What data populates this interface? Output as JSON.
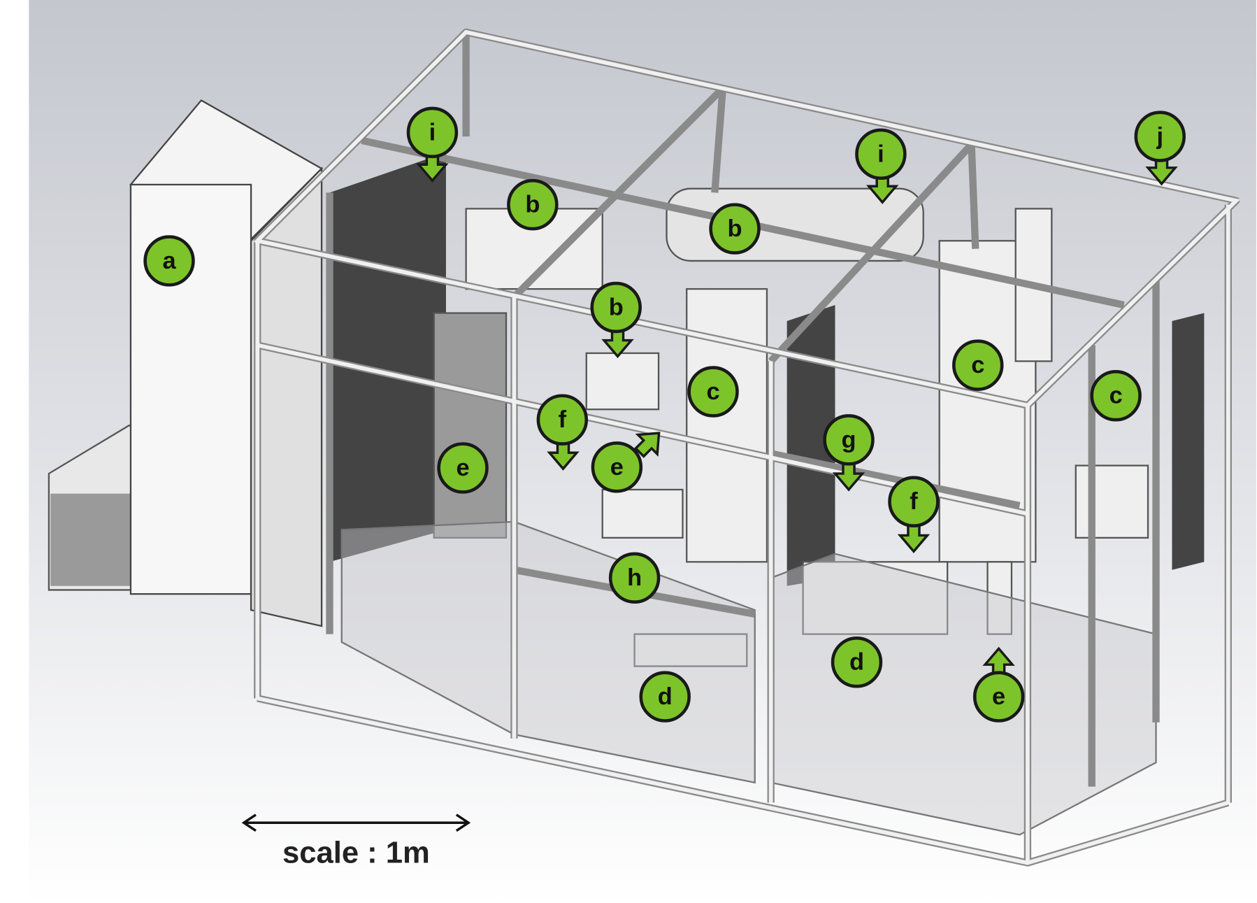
{
  "figure": {
    "labels": [
      {
        "id": "a",
        "text": "a"
      },
      {
        "id": "i1",
        "text": "i"
      },
      {
        "id": "b1",
        "text": "b"
      },
      {
        "id": "b2",
        "text": "b"
      },
      {
        "id": "b3",
        "text": "b"
      },
      {
        "id": "i2",
        "text": "i"
      },
      {
        "id": "j",
        "text": "j"
      },
      {
        "id": "c1",
        "text": "c"
      },
      {
        "id": "c2",
        "text": "c"
      },
      {
        "id": "c3",
        "text": "c"
      },
      {
        "id": "e1",
        "text": "e"
      },
      {
        "id": "f1",
        "text": "f"
      },
      {
        "id": "e2",
        "text": "e"
      },
      {
        "id": "g",
        "text": "g"
      },
      {
        "id": "f2",
        "text": "f"
      },
      {
        "id": "h",
        "text": "h"
      },
      {
        "id": "d1",
        "text": "d"
      },
      {
        "id": "d2",
        "text": "d"
      },
      {
        "id": "e3",
        "text": "e"
      }
    ],
    "scale_text": "scale : 1m",
    "colors": {
      "marker": "#7dc42a",
      "marker_border": "#1a1a1a",
      "background_top": "#c9ccd3",
      "frame": "#e6e6e6"
    }
  }
}
